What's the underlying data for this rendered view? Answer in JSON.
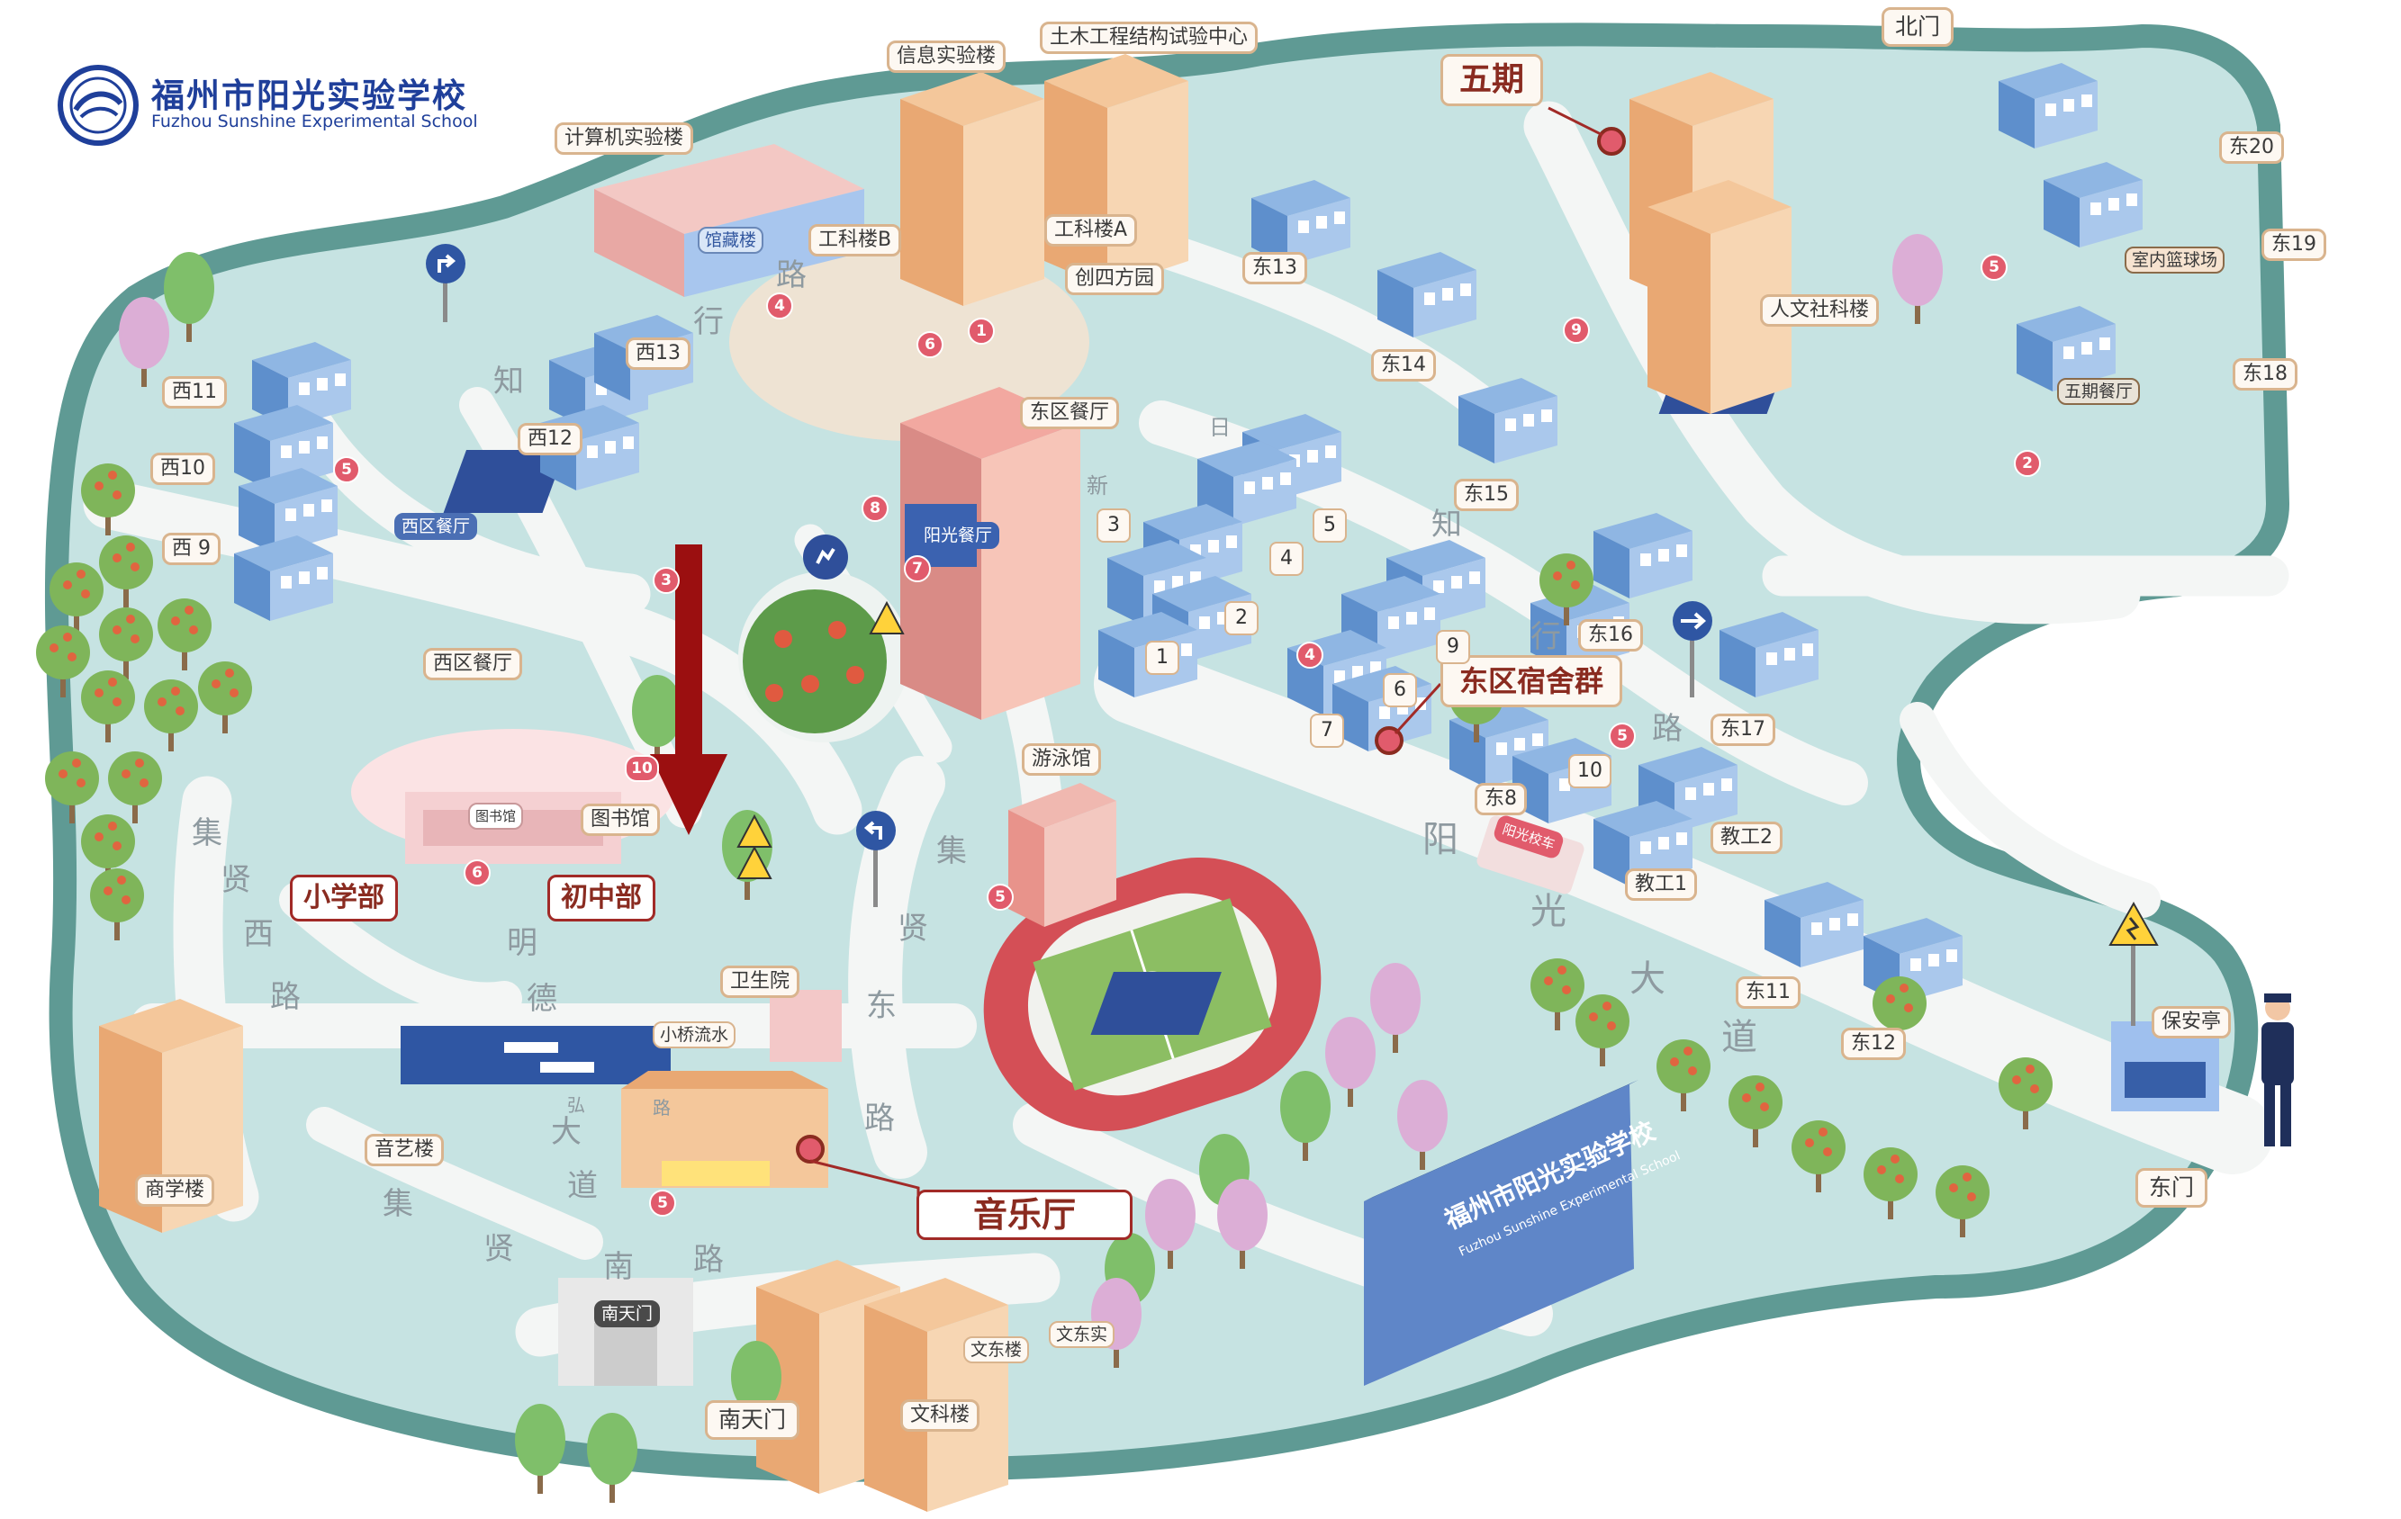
{
  "school": {
    "name_cn": "福州市阳光实验学校",
    "name_en": "Fuzhou Sunshine Experimental School",
    "sign_cn": "福州市阳光实验学校",
    "sign_en": "Fuzhou Sunshine Experimental School"
  },
  "colors": {
    "campus": "#c6e3e2",
    "border": "#5f9a94",
    "road": "#f4f6f5",
    "highlight": "#a12a27",
    "arrow": "#9b0f10"
  },
  "labels": {
    "north_gate": "北门",
    "east_gate": "东门",
    "south_gate": "南天门",
    "phase5": "五期",
    "east_dorm": "东区宿舍群",
    "music_hall": "音乐厅",
    "primary": "小学部",
    "junior": "初中部",
    "info_lab": "信息实验楼",
    "civil_lab": "土木工程结构试验中心",
    "computer_lab": "计算机实验楼",
    "eng_b": "工科楼B",
    "eng_a": "工科楼A",
    "chuangsi": "创四方园",
    "east_canteen": "东区餐厅",
    "west_canteen": "西区餐厅",
    "library": "图书馆",
    "pool": "游泳馆",
    "clinic": "卫生院",
    "bridge": "小桥流水",
    "art_bldg": "音艺楼",
    "business_bldg": "商学楼",
    "humanities": "人文社科楼",
    "security": "保安亭",
    "wenke": "文科楼",
    "wendong": "文东楼",
    "wendongshi": "文东实",
    "staff1": "教工1",
    "staff2": "教工2",
    "phase5_canteen": "五期餐厅",
    "indoor_court": "室内篮球场",
    "west_canteen_sign": "西区餐厅",
    "sunshine_canteen_sign": "阳光餐厅",
    "south_gate_sign": "南天门",
    "library_sign": "图书馆",
    "museum_sign": "馆藏楼",
    "bus_sign": "阳光校车"
  },
  "dorms_west": [
    "西11",
    "西10",
    "西 9",
    "西13",
    "西12"
  ],
  "dorms_east": [
    "东13",
    "东14",
    "东15",
    "东16",
    "东17",
    "东8",
    "东11",
    "东12",
    "东18",
    "东19",
    "东20"
  ],
  "dorm_numbers": [
    "1",
    "2",
    "3",
    "4",
    "5",
    "6",
    "7",
    "9",
    "10"
  ],
  "roads": {
    "xingzhi_w": [
      "行",
      "知"
    ],
    "road_char": "路",
    "jixian_w": [
      "集",
      "贤",
      "西",
      "路"
    ],
    "mingde": [
      "明",
      "德"
    ],
    "xingzhi_mid": [
      "日",
      "新"
    ],
    "jixian_e": [
      "集",
      "贤",
      "东",
      "路"
    ],
    "hongdao": [
      "弘",
      "路"
    ],
    "dadao": [
      "大",
      "道"
    ],
    "jixian_s": [
      "集",
      "贤",
      "南",
      "路"
    ],
    "zhixing_e": [
      "知",
      "行",
      "路"
    ],
    "yangguang_dadao": [
      "阳",
      "光",
      "大",
      "道"
    ]
  },
  "badges": [
    "1",
    "2",
    "3",
    "4",
    "5",
    "6",
    "7",
    "8",
    "9",
    "10"
  ]
}
